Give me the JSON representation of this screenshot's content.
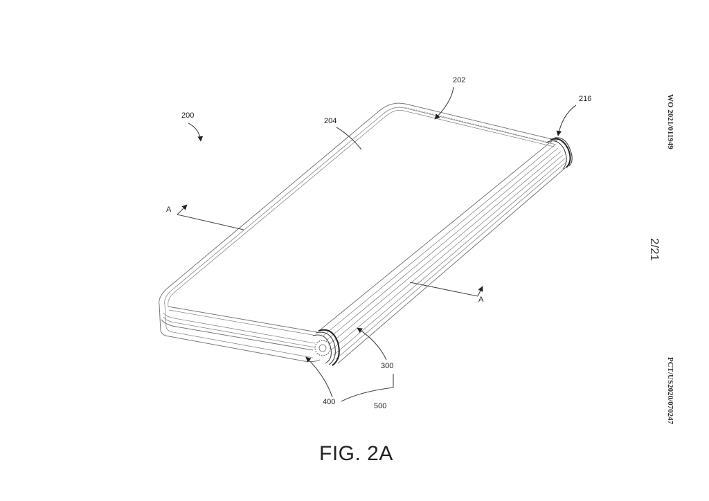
{
  "figure": {
    "caption": "FIG. 2A",
    "page_number": "2/21",
    "header_publication": "WO 2021/011949",
    "footer_application": "PCT/US2020/070247"
  },
  "reference_labels": {
    "device": "200",
    "housing": "202",
    "display": "204",
    "end_cap": "216",
    "hinge_assembly": "300",
    "hinge_end": "400",
    "hinge_system": "500",
    "section_a_left": "A",
    "section_a_right": "A"
  }
}
